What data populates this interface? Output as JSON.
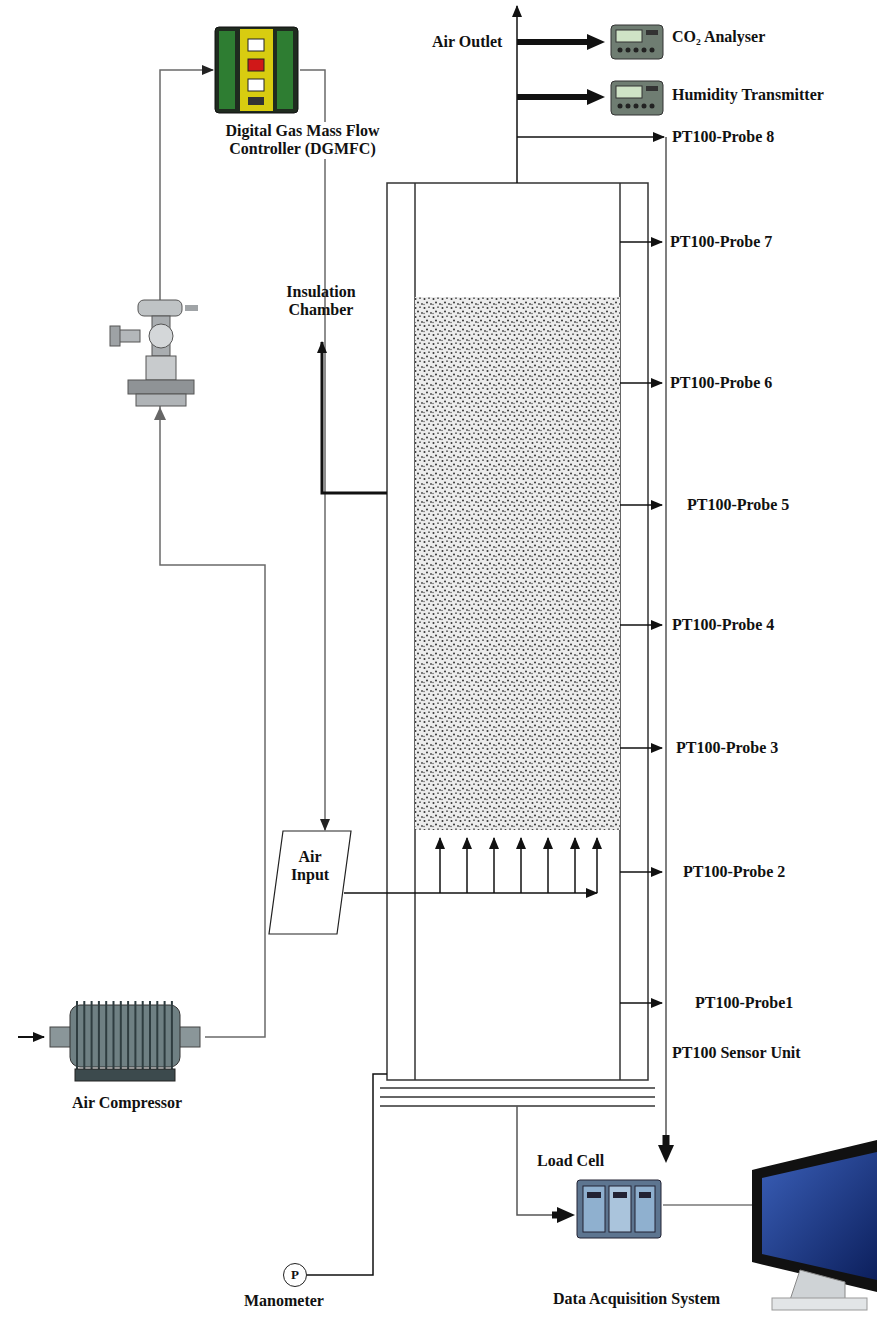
{
  "diagram": {
    "nodes": [
      {
        "text": [
          "CO₂ Analyser"
        ]
      },
      {
        "text": [
          "Humidity Transmitter"
        ]
      },
      {
        "text": [
          "Digital Gas Mass Flow Controller (DGMFC)"
        ]
      },
      {
        "text": [
          "Air Input"
        ]
      },
      {
        "text": [
          "Air Compressor"
        ]
      },
      {
        "text": [
          "P",
          "Manometer"
        ]
      },
      {
        "text": [
          "Data Acquisition System"
        ]
      }
    ],
    "edges": [
      {
        "from": 4,
        "to": 2,
        "arrow": "to"
      },
      {
        "from": 2,
        "to": 3,
        "arrow": "to"
      }
    ],
    "labels": [
      "Air Outlet",
      "PT100-Probe 8",
      "PT100-Probe 7",
      "Insulation Chamber",
      "PT100-Probe 6",
      "PT100-Probe 5",
      "PT100-Probe 4",
      "PT100-Probe 3",
      "PT100-Probe 2",
      "PT100-Probe1",
      "PT100 Sensor Unit",
      "Load Cell"
    ]
  }
}
